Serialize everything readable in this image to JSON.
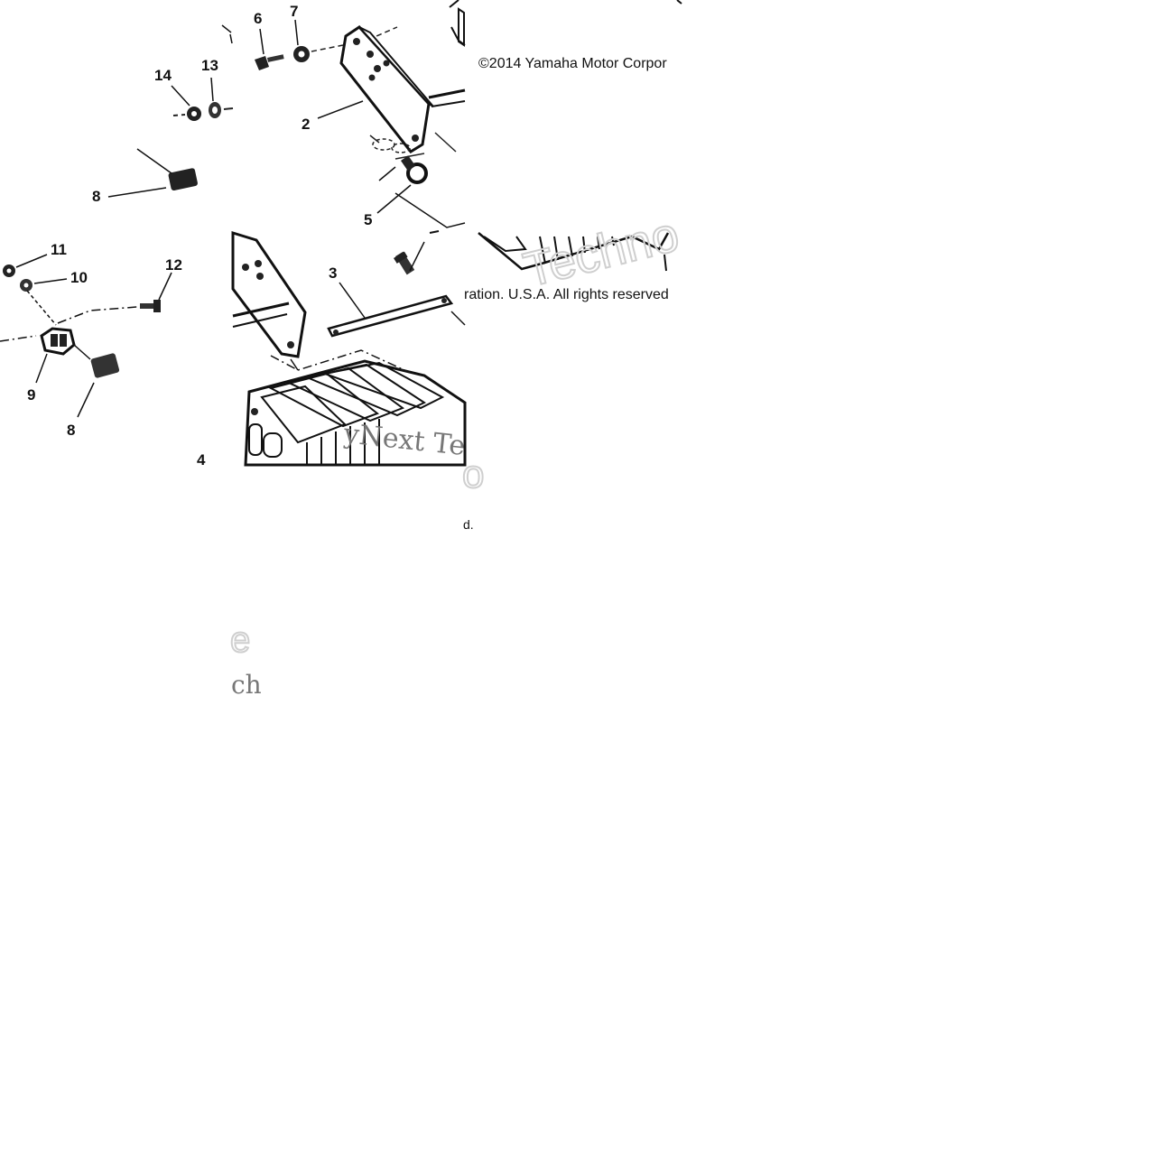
{
  "callouts": [
    "6",
    "7",
    "14",
    "13",
    "2",
    "8",
    "5",
    "11",
    "10",
    "12",
    "3",
    "9",
    "8",
    "4"
  ],
  "copyright": {
    "line_top": "©2014 Yamaha Motor Corpor",
    "line_right": "ration. U.S.A. All rights reserved"
  },
  "watermarks": {
    "techno": "Techno",
    "next_te": "yNext Te",
    "fragment_d": "d.",
    "fragment_e": "e",
    "fragment_ch": "ch"
  }
}
